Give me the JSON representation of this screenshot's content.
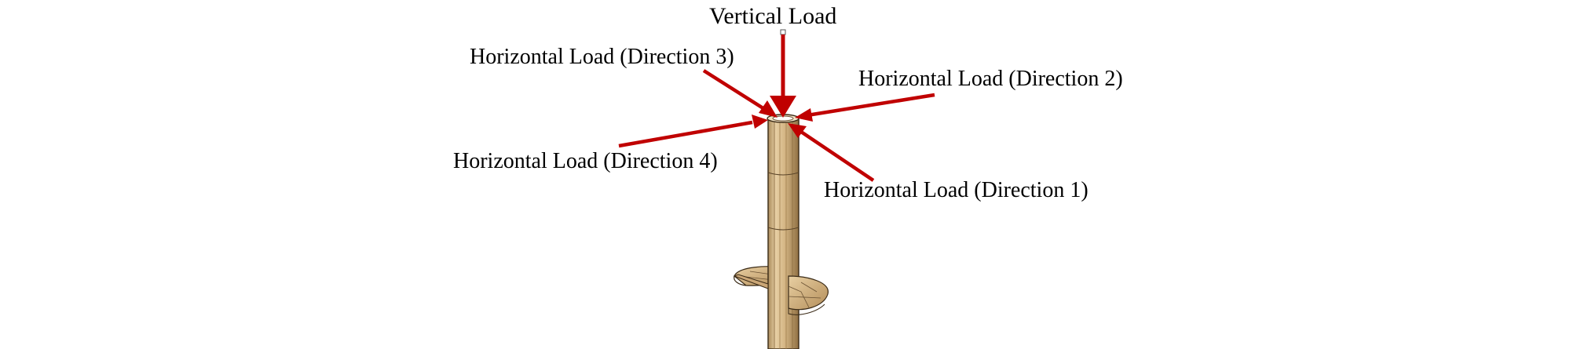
{
  "labels": {
    "vertical": "Vertical Load",
    "direction_3": "Horizontal Load (Direction 3)",
    "direction_2": "Horizontal Load (Direction 2)",
    "direction_4": "Horizontal Load (Direction 4)",
    "direction_1": "Horizontal Load (Direction 1)"
  },
  "colors": {
    "arrow": "#c00000",
    "pile_light": "#e8d0a6",
    "pile_mid": "#c9a772",
    "pile_dark": "#8a6b3f",
    "outline": "#3a2a16",
    "text": "#000000"
  }
}
